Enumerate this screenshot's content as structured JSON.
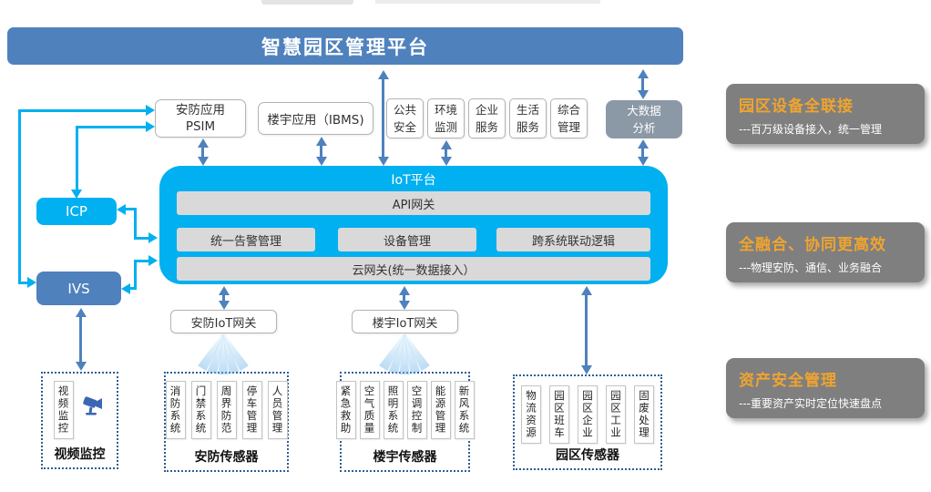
{
  "banner": {
    "title": "智慧园区管理平台"
  },
  "apps": {
    "psim": {
      "line1": "安防应用",
      "line2": "PSIM"
    },
    "ibms": "楼宇应用（IBMS)",
    "small": [
      {
        "line1": "公共",
        "line2": "安全"
      },
      {
        "line1": "环境",
        "line2": "监测"
      },
      {
        "line1": "企业",
        "line2": "服务"
      },
      {
        "line1": "生活",
        "line2": "服务"
      },
      {
        "line1": "综合",
        "line2": "管理"
      }
    ],
    "bigdata": {
      "line1": "大数据",
      "line2": "分析"
    }
  },
  "platform": {
    "title": "IoT平台",
    "api_gateway": "API网关",
    "modules": [
      "统一告警管理",
      "设备管理",
      "跨系统联动逻辑"
    ],
    "cloud_gateway": "云网关(统一数据接入）"
  },
  "left_nodes": {
    "icp": "ICP",
    "ivs": "IVS"
  },
  "gateways": {
    "security": "安防IoT网关",
    "building": "楼宇IoT网关"
  },
  "sensor_groups": [
    {
      "label": "视频监控",
      "items": [
        "视频监控"
      ]
    },
    {
      "label": "安防传感器",
      "items": [
        "消防系统",
        "门禁系统",
        "周界防范",
        "停车管理",
        "人员管理"
      ]
    },
    {
      "label": "楼宇传感器",
      "items": [
        "紧急救助",
        "空气质量",
        "照明系统",
        "空调控制",
        "能源管理",
        "新风系统"
      ]
    },
    {
      "label": "园区传感器",
      "items": [
        "物流资源",
        "园区班车",
        "园区企业",
        "园区工业",
        "固废处理"
      ]
    }
  ],
  "benefits": [
    {
      "title": "园区设备全联接",
      "desc": "---百万级设备接入，统一管理"
    },
    {
      "title": "全融合、协同更高效",
      "desc": "---物理安防、通信、业务融合"
    },
    {
      "title": "资产安全管理",
      "desc": "---重要资产实时定位快速盘点"
    }
  ],
  "colors": {
    "primary_blue": "#4F81BD",
    "cyan": "#00B0F0",
    "module_gray": "#D9D9D9",
    "bigdata_gray": "#8B98A6",
    "panel_gray": "#7F7F7F",
    "highlight_orange": "#F0A42E"
  }
}
